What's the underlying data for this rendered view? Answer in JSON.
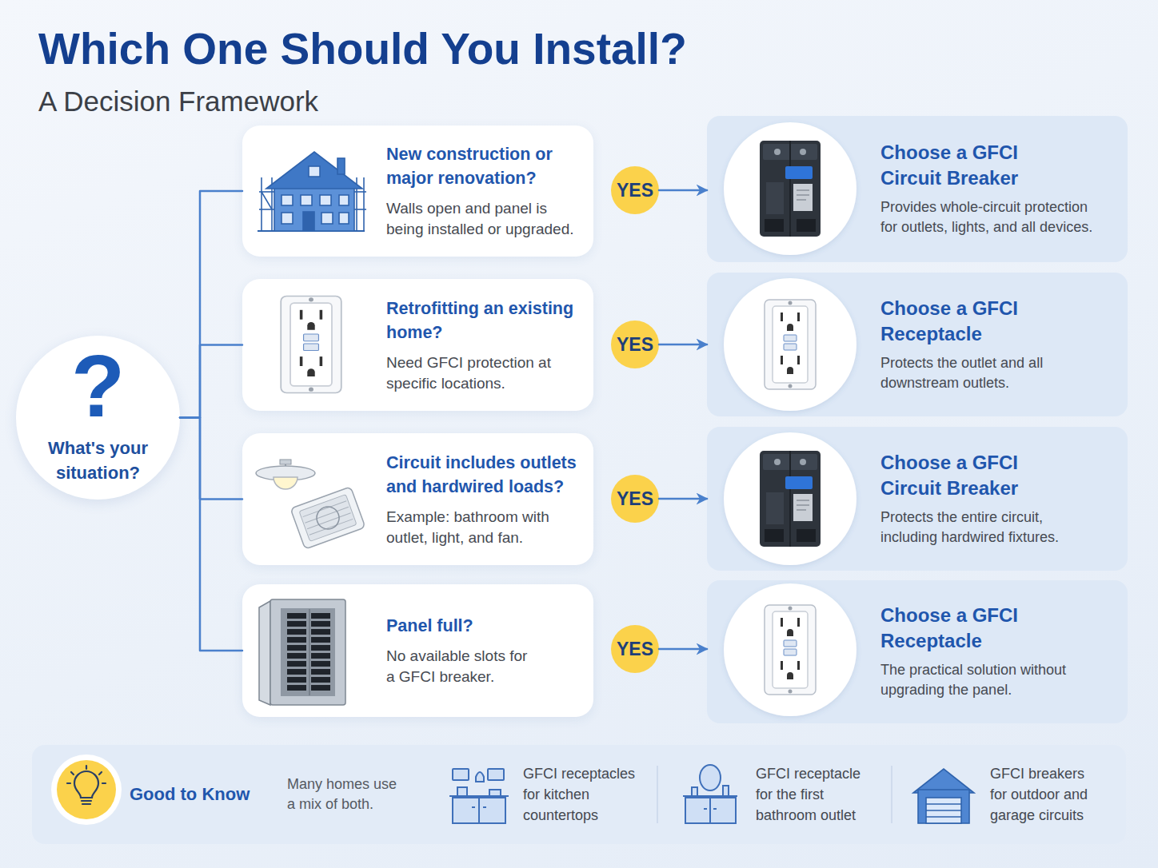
{
  "diagram": {
    "title": "Which One Should You Install?",
    "nodes": [
      {
        "text": [
          "?",
          "What's your situation?"
        ]
      },
      {
        "text": [
          "New construction or major renovation?",
          "Walls open and panel is being installed or upgraded."
        ]
      },
      {
        "text": [
          "YES"
        ]
      },
      {
        "text": [
          "Choose a GFCI Circuit Breaker",
          "Provides whole-circuit protection for outlets, lights, and all devices."
        ]
      },
      {
        "text": [
          "Retrofitting an existing home?",
          "Need GFCI protection at specific locations."
        ]
      },
      {
        "text": [
          "YES"
        ]
      },
      {
        "text": [
          "Choose a GFCI Receptacle",
          "Protects the outlet and all downstream outlets."
        ]
      },
      {
        "text": [
          "Circuit includes outlets and hardwired loads?",
          "Example: bathroom with outlet, light, and fan."
        ]
      },
      {
        "text": [
          "YES"
        ]
      },
      {
        "text": [
          "Choose a GFCI Circuit Breaker",
          "Protects the entire circuit, including hardwired fixtures."
        ]
      },
      {
        "text": [
          "Panel full?",
          "No available slots for a GFCI breaker."
        ]
      },
      {
        "text": [
          "YES"
        ]
      },
      {
        "text": [
          "Choose a GFCI Receptacle",
          "The practical solution without upgrading the panel."
        ]
      },
      {
        "text": [
          "Good to Know",
          "Many homes use a mix of both.",
          "GFCI receptacles for kitchen countertops",
          "GFCI receptacle for the first bathroom outlet",
          "GFCI breakers for outdoor and garage circuits"
        ]
      }
    ],
    "edges": [
      {
        "from": 0,
        "to": 1,
        "arrow": "none"
      },
      {
        "from": 0,
        "to": 4,
        "arrow": "none"
      },
      {
        "from": 0,
        "to": 7,
        "arrow": "none"
      },
      {
        "from": 0,
        "to": 10,
        "arrow": "none"
      },
      {
        "from": 2,
        "to": 3,
        "arrow": "to"
      },
      {
        "from": 5,
        "to": 6,
        "arrow": "to"
      },
      {
        "from": 8,
        "to": 9,
        "arrow": "to"
      },
      {
        "from": 11,
        "to": 12,
        "arrow": "to"
      }
    ],
    "labels": [
      "A Decision Framework"
    ]
  }
}
